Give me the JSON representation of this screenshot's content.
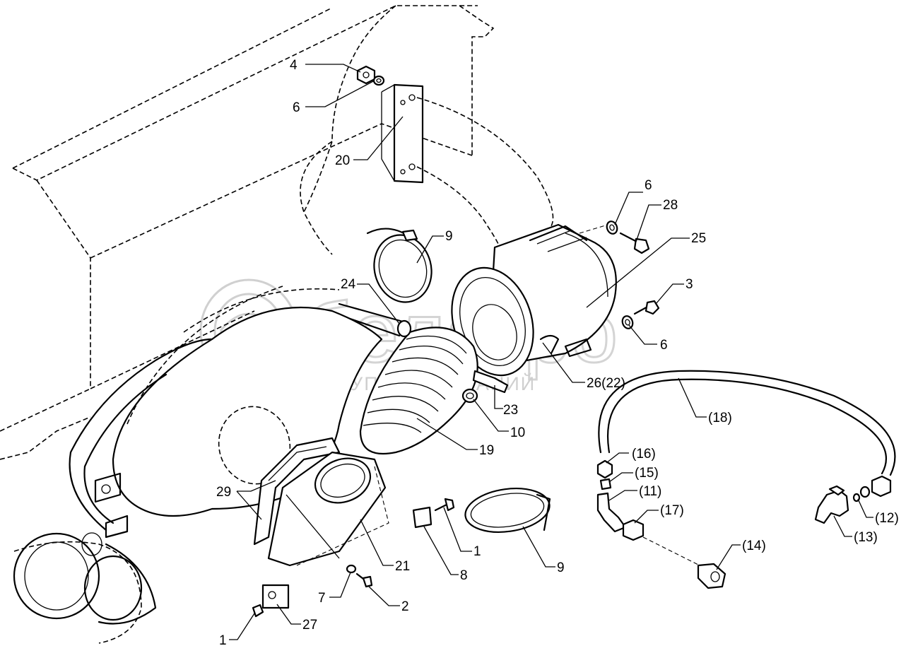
{
  "watermark": {
    "brand": "белагро",
    "tagline": "ГРУППА КОМПАНИЙ"
  },
  "callouts": [
    {
      "id": "c4",
      "text": "4"
    },
    {
      "id": "c6a",
      "text": "6"
    },
    {
      "id": "c20",
      "text": "20"
    },
    {
      "id": "c6b",
      "text": "6"
    },
    {
      "id": "c28",
      "text": "28"
    },
    {
      "id": "c9a",
      "text": "9"
    },
    {
      "id": "c25",
      "text": "25"
    },
    {
      "id": "c3",
      "text": "3"
    },
    {
      "id": "c24",
      "text": "24"
    },
    {
      "id": "c6c",
      "text": "6"
    },
    {
      "id": "c26",
      "text": "26(22)"
    },
    {
      "id": "c23",
      "text": "23"
    },
    {
      "id": "c10",
      "text": "10"
    },
    {
      "id": "c18",
      "text": "(18)"
    },
    {
      "id": "c19",
      "text": "19"
    },
    {
      "id": "c16",
      "text": "(16)"
    },
    {
      "id": "c15",
      "text": "(15)"
    },
    {
      "id": "c11",
      "text": "(11)"
    },
    {
      "id": "c17",
      "text": "(17)"
    },
    {
      "id": "c12",
      "text": "(12)"
    },
    {
      "id": "c13",
      "text": "(13)"
    },
    {
      "id": "c29",
      "text": "29"
    },
    {
      "id": "c1a",
      "text": "1"
    },
    {
      "id": "c14",
      "text": "(14)"
    },
    {
      "id": "c21",
      "text": "21"
    },
    {
      "id": "c8",
      "text": "8"
    },
    {
      "id": "c9b",
      "text": "9"
    },
    {
      "id": "c7",
      "text": "7"
    },
    {
      "id": "c2",
      "text": "2"
    },
    {
      "id": "c27",
      "text": "27"
    },
    {
      "id": "c1b",
      "text": "1"
    }
  ]
}
